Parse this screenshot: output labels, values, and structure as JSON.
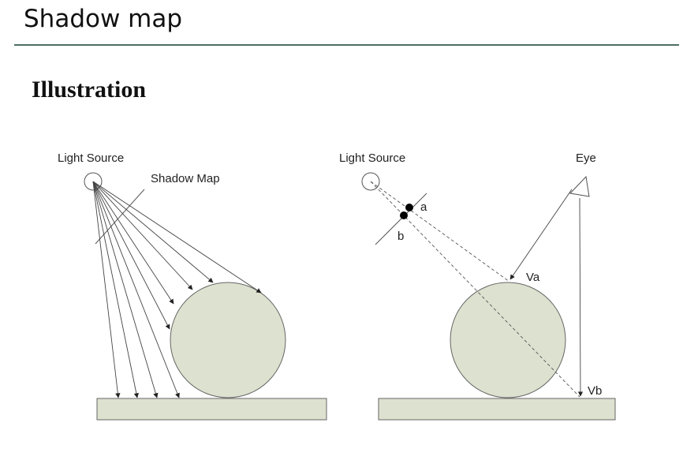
{
  "slide": {
    "title": "Shadow map",
    "heading": "Illustration"
  },
  "diagram_left": {
    "light_label": "Light Source",
    "shadow_map_label": "Shadow Map"
  },
  "diagram_right": {
    "light_label": "Light Source",
    "eye_label": "Eye",
    "point_a_label": "a",
    "point_b_label": "b",
    "va_label": "Va",
    "vb_label": "Vb"
  },
  "colors": {
    "object_fill": "#dde1cf",
    "stroke": "#555555",
    "rule": "#4e6f62"
  }
}
